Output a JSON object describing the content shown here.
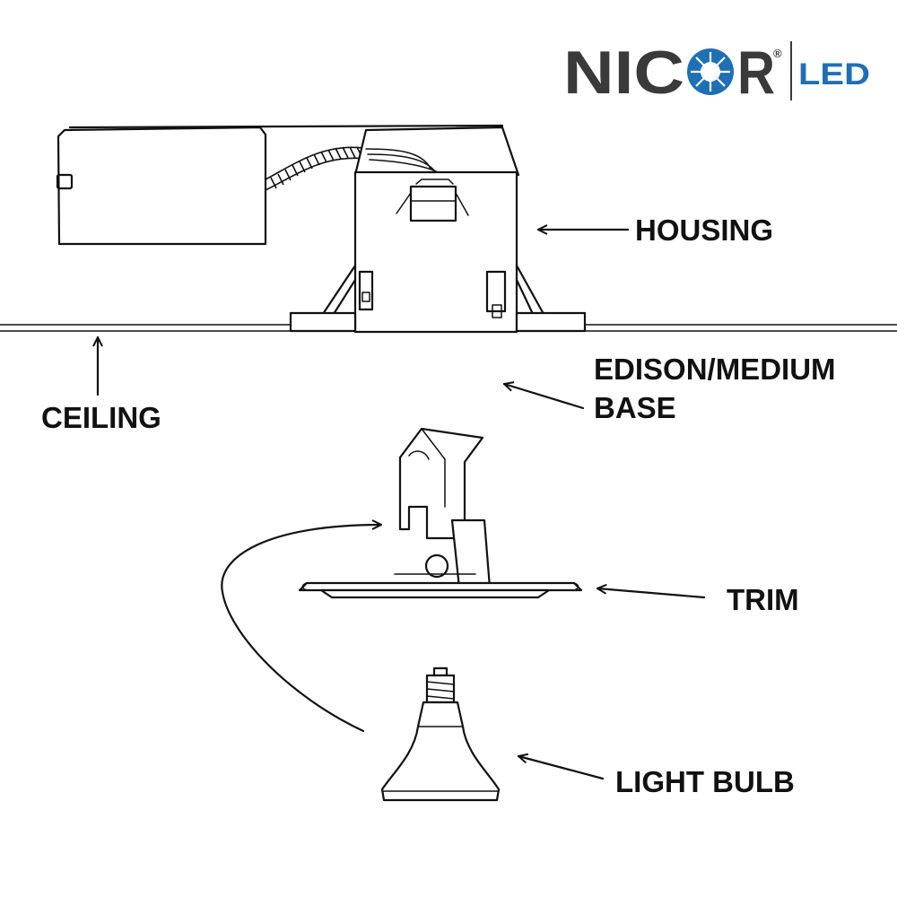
{
  "logo": {
    "brand_pre": "NIC",
    "brand_post": "R",
    "registered": "®",
    "suffix": "LED",
    "brand_color": "#3a3a3a",
    "accent_color": "#1f6fb5"
  },
  "labels": {
    "housing": "HOUSING",
    "ceiling": "CEILING",
    "base_line1": "EDISON/MEDIUM",
    "base_line2": "BASE",
    "trim": "TRIM",
    "bulb": "LIGHT BULB"
  }
}
